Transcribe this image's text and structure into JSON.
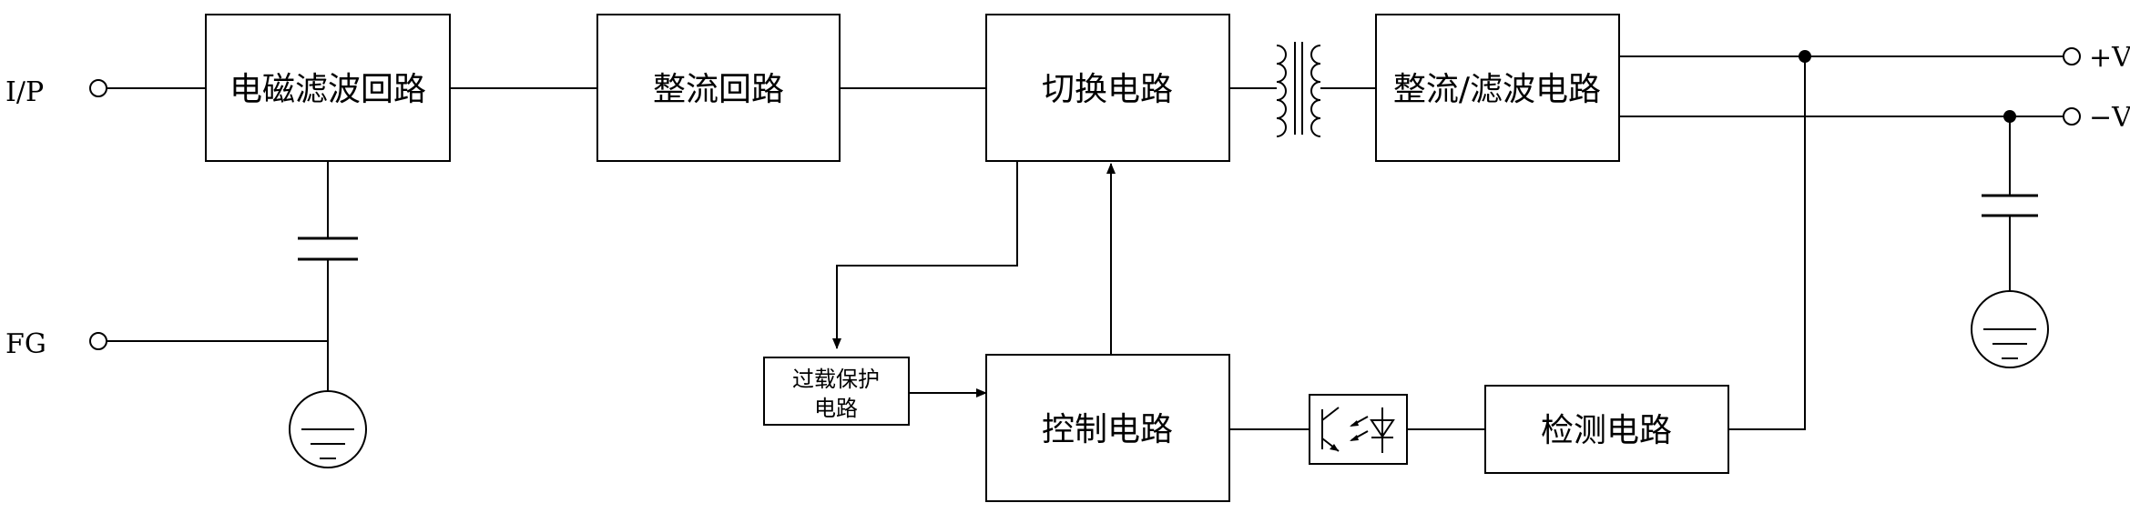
{
  "inputs": {
    "ip": "I/P",
    "fg": "FG"
  },
  "outputs": {
    "plus_v": "+V",
    "minus_v": "−V"
  },
  "blocks": {
    "emi_filter": "电磁滤波回路",
    "rectifier": "整流回路",
    "switching": "切换电路",
    "rect_filter": "整流/滤波电路",
    "control": "控制电路",
    "detection": "检测电路",
    "overload_line1": "过载保护",
    "overload_line2": "电路"
  }
}
